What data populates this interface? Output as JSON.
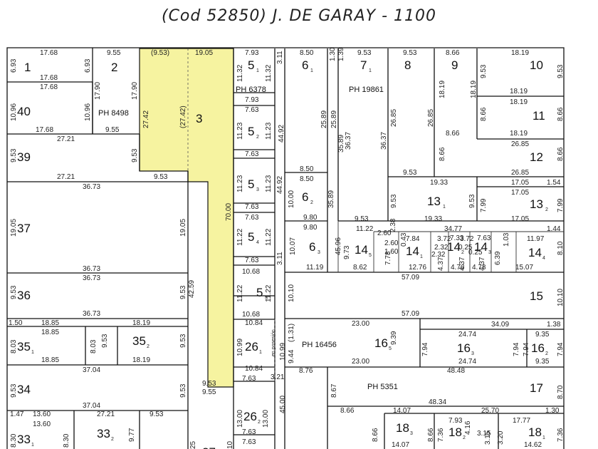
{
  "title": "(Cod  52850)  J. DE GARAY - 1100",
  "colors": {
    "highlight": "#f6f3a0",
    "ink": "#111111"
  },
  "parcels": {
    "p1": "1",
    "p2": "2",
    "p3": "3",
    "p5_1": "5",
    "p6_1": "6",
    "p7_1": "7",
    "p8": "8",
    "p9": "9",
    "p10": "10",
    "p40": "40",
    "p11": "11",
    "p39": "39",
    "p12": "12",
    "p5_2": "5",
    "p5_3": "5",
    "p6_2": "6",
    "p13_1": "13",
    "p13_2": "13",
    "p37": "37",
    "p5_4": "5",
    "p6_3": "6",
    "p14_5": "14",
    "p14_1": "14",
    "p14_2": "14",
    "p14_3": "14",
    "p14_4": "14",
    "p36": "36",
    "p5_5": "5",
    "p15": "15",
    "p35_1": "35",
    "p35_2": "35",
    "p26_1": "26",
    "p16_5": "16",
    "p16_3": "16",
    "p16_2": "16",
    "p34": "34",
    "p17": "17",
    "p26_2": "26",
    "p33_1": "33",
    "p33_2": "33",
    "p18_3": "18",
    "p18_2": "18",
    "p18_1": "18",
    "p27": "27"
  },
  "subs": {
    "s1": "1",
    "s2": "2",
    "s3": "3",
    "s4": "4",
    "s5": "5"
  },
  "ph": {
    "ph8498": "PH 8498",
    "ph6378": "PH 6378",
    "ph19861": "PH 19861",
    "ph16456": "PH 16456",
    "ph5351": "PH 5351"
  },
  "notes": {
    "posesion": "en posesión",
    "dash1": "-"
  },
  "dims": {
    "d17_68a": "17.68",
    "d9_55a": "9.55",
    "d9_53p": "(9.53)",
    "d19_05a": "19.05",
    "d7_93a": "7.93",
    "d3_11a": "3.11",
    "d8_50a": "8.50",
    "d1_30": "1.30",
    "d1_39": "1.39",
    "d9_53a": "9.53",
    "d9_53b": "9.53",
    "d8_66a": "8.66",
    "d18_19a": "18.19",
    "d6_93a": "6.93",
    "d6_93b": "6.93",
    "d17_68b": "17.68",
    "d17_68c": "17.68",
    "d17_90a": "17.90",
    "d17_90b": "17.90",
    "d11_32a": "11.32",
    "d11_32b": "11.32",
    "d9_53c": "9.53",
    "d9_53d": "9.53",
    "d18_19b": "18.19",
    "d27_42": "27.42",
    "d27_42p": "(27.42)",
    "d7_93b": "7.93",
    "d18_19c": "18.19",
    "d10_96a": "10.96",
    "d10_96b": "10.96",
    "d25_89a": "25.89",
    "d25_89b": "25.89",
    "d26_85a": "26.85",
    "d26_85b": "26.85",
    "d18_19d": "18.19",
    "d18_19e": "18.19",
    "d8_66b": "8.66",
    "d8_66c": "8.66",
    "d7_63a": "7.63",
    "d17_68d": "17.68",
    "d9_55b": "9.55",
    "d11_23a": "11.23",
    "d11_23b": "11.23",
    "d44_92a": "44.92",
    "d36_37a": "36.37",
    "d36_37b": "36.37",
    "d35_89a": "35.89",
    "d8_66d": "8.66",
    "d8_66e": "8.66",
    "d27_21a": "27.21",
    "d9_53e": "9.53",
    "d9_53f": "9.53",
    "d26_85c": "26.85",
    "d7_63b": "7.63",
    "d8_50b": "8.50",
    "d9_53g": "9.53",
    "d26_85d": "26.85",
    "d27_21b": "27.21",
    "d9_53h": "9.53",
    "d8_50c": "8.50",
    "d11_23c": "11.23",
    "d11_23d": "11.23",
    "d44_92b": "44.92",
    "d19_33a": "19.33",
    "d17_05a": "17.05",
    "d1_54": "1.54",
    "d36_73a": "36.73",
    "d7_63c": "7.63",
    "d10_00": "10.00",
    "d35_89b": "35.89",
    "d9_53i": "9.53",
    "d9_53j": "9.53",
    "d17_05b": "17.05",
    "d7_99a": "7.99",
    "d7_99b": "7.99",
    "d70_00": "70.00",
    "d7_63d": "7.63",
    "d19_33b": "19.33",
    "d17_05c": "17.05",
    "d9_80a": "9.80",
    "d9_53k": "9.53",
    "d19_05b": "19.05",
    "d19_05c": "19.05",
    "d7_63e": "7.63",
    "d9_80b": "9.80",
    "d11_22a": "11.22",
    "d2_60a": "2.60",
    "d2_38": "2.38",
    "d34_77": "34.77",
    "d1_44": "1.44",
    "d11_22b": "11.22",
    "d11_22c": "11.22",
    "d10_07": "10.07",
    "d45_96": "45.96",
    "d9_73": "9.73",
    "d2_60b": "2.60",
    "d0_43": "0.43",
    "d7_84": "7.84",
    "d3_72a": "3.72",
    "d7_33": "7.33",
    "d3_72b": "3.72",
    "d7_63f": "7.63",
    "d11_97": "11.97",
    "d7_63g": "7.63",
    "d7_78": "7.78",
    "d1_60": "1.60",
    "d2_32a": "2.32",
    "d0_25a": "0.25",
    "d2_32b": "2.32",
    "d4_37a": "4.37",
    "d0_25b": "0.25",
    "d6_39": "6.39",
    "d1_03": "1.03",
    "d8_10": "8.10",
    "d11_19": "11.19",
    "d8_62": "8.62",
    "d12_76": "12.76",
    "d4_37b": "4.37",
    "d4_76": "4.76",
    "d4_37c": "4.37",
    "d4_78": "4.78",
    "d15_07": "15.07",
    "d3_11b": "3.11",
    "d36_73b": "36.73",
    "d10_68a": "10.68",
    "d57_09a": "57.09",
    "d36_73c": "36.73",
    "d42_59": "42.59",
    "d9_53l": "9.53",
    "d11_22d": "11.22",
    "d11_22e": "11.22",
    "d10_10a": "10.10",
    "d10_10b": "10.10",
    "d36_73d": "36.73",
    "d10_68b": "10.68",
    "d57_09b": "57.09",
    "d1_50": "1.50",
    "d18_85a": "18.85",
    "d18_19f": "18.19",
    "d10_84a": "10.84",
    "d1_31": "(1.31)",
    "d23_00a": "23.00",
    "d34_09": "34.09",
    "d1_38": "1.38",
    "d18_85b": "18.85",
    "d9_53m": "9.53",
    "d10_99a": "10.99",
    "d10_99b": "10.99",
    "d9_39": "9.39",
    "d24_74a": "24.74",
    "d9_35a": "9.35",
    "d8_03a": "8.03",
    "d8_03b": "8.03",
    "d9_53n": "9.53",
    "d9_44": "9.44",
    "d7_94a": "7.94",
    "d7_94b": "7.94",
    "d7_94c": "7.94",
    "d7_94d": "7.94",
    "d18_85c": "18.85",
    "d18_19g": "18.19",
    "d10_84b": "10.84",
    "d23_00b": "23.00",
    "d24_74b": "24.74",
    "d9_35b": "9.35",
    "d37_04a": "37.04",
    "d9_53o": "9.53",
    "d3_21": "3.21",
    "d8_76": "8.76",
    "d48_48": "48.48",
    "d9_53p2": "9.53",
    "d9_53q": "9.53",
    "d7_63h": "7.63",
    "d8_67": "8.67",
    "d8_70": "8.70",
    "d9_55c": "9.55",
    "d13_00a": "13.00",
    "d13_00b": "13.00",
    "d45_00": "45.00",
    "d48_34": "48.34",
    "d37_04b": "37.04",
    "d8_66f": "8.66",
    "d14_07a": "14.07",
    "d25_70": "25.70",
    "d1_30b": "1.30",
    "d1_47": "1.47",
    "d13_60a": "13.60",
    "d27_21c": "27.21",
    "d9_53r": "9.53",
    "d7_63i": "7.63",
    "d7_93c": "7.93",
    "d17_77": "17.77",
    "d13_60b": "13.60",
    "d8_66g": "8.66",
    "d8_66h": "8.66",
    "d4_16": "4.16",
    "d8_30a": "8.30",
    "d8_30b": "8.30",
    "d9_77": "9.77",
    "d7_63j": "7.63",
    "d7_36a": "7.36",
    "d3_15a": "3.15",
    "d3_15b": "3.15",
    "d3_20": "3.20",
    "d7_36b": "7.36",
    "d14_07b": "14.07",
    "d14_62": "14.62",
    "d25": "25",
    "d10": "10"
  }
}
